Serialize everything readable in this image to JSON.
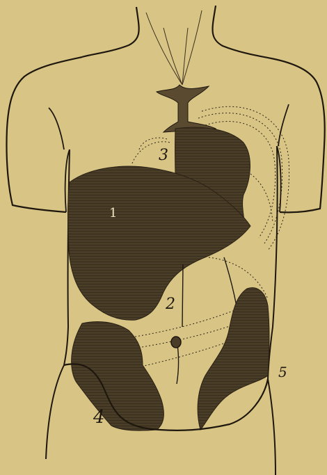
{
  "illustration": {
    "labels": {
      "n1": "1",
      "n2": "2",
      "n3": "3",
      "n4": "4",
      "n5": "5"
    },
    "colors": {
      "paper": "#d8c585",
      "ink": "#1e170e",
      "shade": "#4a3d27",
      "dark_shade": "#3a2f1e"
    }
  }
}
